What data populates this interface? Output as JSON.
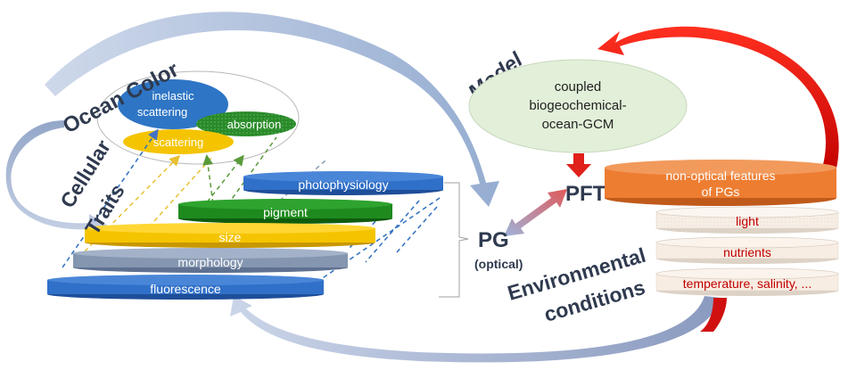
{
  "labels": {
    "ocean_color": "Ocean Color",
    "cellular": "Cellular",
    "traits": "Traits",
    "model": "Model",
    "pg": "PG",
    "pg_optical": "(optical)",
    "pft": "PFT",
    "environmental": "Environmental",
    "conditions": "conditions"
  },
  "ocean_color_items": {
    "inelastic_line1": "inelastic",
    "inelastic_line2": "scattering",
    "absorption": "absorption",
    "scattering": "scattering"
  },
  "traits": {
    "photophysiology": "photophysiology",
    "pigment": "pigment",
    "size": "size",
    "morphology": "morphology",
    "fluorescence": "fluorescence"
  },
  "model_box": {
    "line1": "coupled",
    "line2": "biogeochemical-",
    "line3": "ocean-GCM"
  },
  "pg_features": {
    "line1": "non-optical features",
    "line2": "of PGs"
  },
  "environment": {
    "light": "light",
    "nutrients": "nutrients",
    "temperature": "temperature, salinity, ..."
  },
  "colors": {
    "blue": "#2e6fc0",
    "green": "#1e8a1e",
    "yellow": "#f0c000",
    "gray": "#8496b0",
    "orange": "#ed7d31",
    "red": "#e0201a",
    "dark_text": "#2f3a4f",
    "env_text": "#c00000"
  }
}
